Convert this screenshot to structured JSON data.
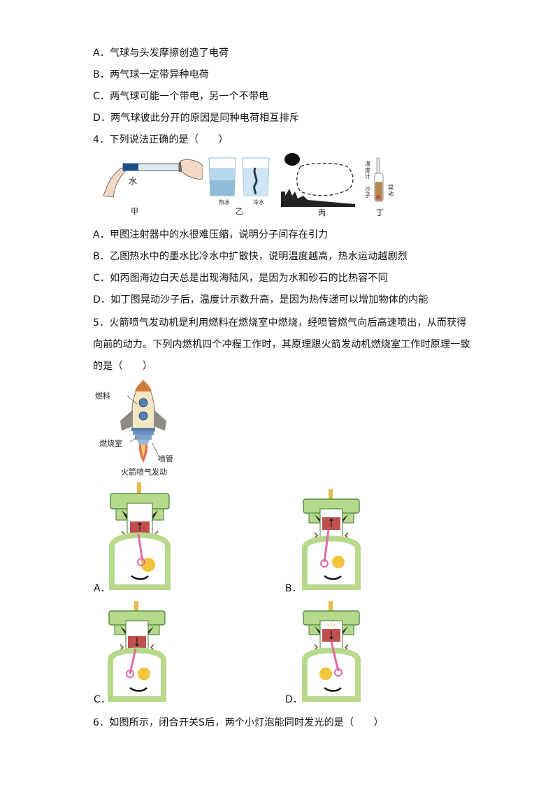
{
  "q3_options": [
    "A．气球与头发摩擦创造了电荷",
    "B．两气球一定带异种电荷",
    "C．两气球可能一个带电，另一个不带电",
    "D．两气球彼此分开的原因是同种电荷相互排斥"
  ],
  "q4": {
    "stem": "4．下列说法正确的是（　　）",
    "fig_labels": {
      "jia": "甲",
      "yi": "乙",
      "bing": "丙",
      "ding": "丁",
      "water": "水",
      "hot_water": "热水",
      "cold_water": "冷水",
      "thermometer": "温度计",
      "sand": "沙子",
      "shake": "晃动"
    },
    "options": [
      "A．甲图注射器中的水很难压缩，说明分子间存在引力",
      "B．乙图热水中的墨水比冷水中扩散快，说明温度越高，热水运动越剧烈",
      "C．如丙图海边白天总是出现海陆风，是因为水和砂石的比热容不同",
      "D．如丁图晃动沙子后，温度计示数升高，是因为热传递可以增加物体的内能"
    ]
  },
  "q5": {
    "stem_lines": [
      "5．火箭喷气发动机是利用燃料在燃烧室中燃烧，经喷管燃气向后高速喷出，从而获得",
      "向前的动力。下列内燃机四个冲程工作时，其原理跟火箭发动机燃烧室工作时原理一致",
      "的是（　　）"
    ],
    "rocket_labels": {
      "fuel": "燃料",
      "chamber": "燃烧室",
      "nozzle": "喷管",
      "caption": "火箭喷气发动"
    },
    "option_labels": [
      "A．",
      "B．",
      "C．",
      "D．"
    ]
  },
  "q6": {
    "stem": "6．如图所示，闭合开关S后，两个小灯泡能同时发光的是（　　）"
  },
  "colors": {
    "engine_green": "#b7d98b",
    "engine_dark": "#3f7a34",
    "piston_red": "#c0504d",
    "rod_pink": "#e06aa8",
    "spark_yellow": "#e9b949",
    "water_blue": "#b8d8ef"
  }
}
